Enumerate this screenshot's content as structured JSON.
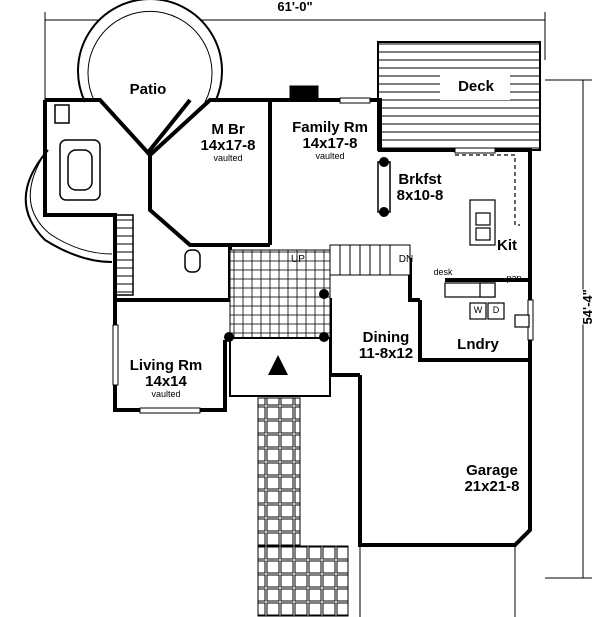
{
  "dimensions": {
    "width": "61'-0\"",
    "depth": "54'-4\""
  },
  "rooms": {
    "patio": {
      "name": "Patio"
    },
    "deck": {
      "name": "Deck"
    },
    "master_bedroom": {
      "name": "M Br",
      "size": "14x17-8",
      "note": "vaulted"
    },
    "family_room": {
      "name": "Family Rm",
      "size": "14x17-8",
      "note": "vaulted"
    },
    "breakfast": {
      "name": "Brkfst",
      "size": "8x10-8"
    },
    "kitchen": {
      "name": "Kit"
    },
    "living_room": {
      "name": "Living Rm",
      "size": "14x14",
      "note": "vaulted"
    },
    "dining": {
      "name": "Dining",
      "size": "11-8x12"
    },
    "laundry": {
      "name": "Lndry"
    },
    "garage": {
      "name": "Garage",
      "size": "21x21-8"
    }
  },
  "labels": {
    "up": "UP",
    "dn": "DN",
    "desk": "desk",
    "pan": "pan",
    "washer": "W",
    "dryer": "D"
  }
}
